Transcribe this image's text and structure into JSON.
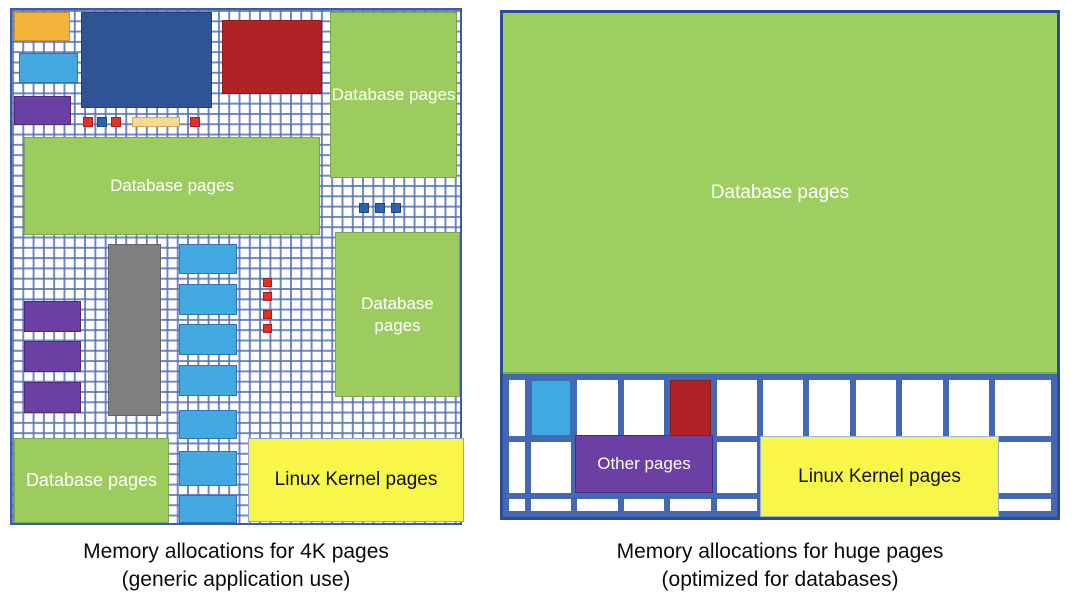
{
  "diagram_title": "",
  "left_panel": {
    "caption_line1": "Memory allocations for 4K pages",
    "caption_line2": "(generic application use)",
    "database_labels": [
      "Database pages",
      "Database pages",
      "Database pages",
      "Database pages"
    ],
    "kernel_label": "Linux Kernel pages",
    "unlabeled_blocks": [
      "orange-page-block",
      "large-dark-blue-page-block",
      "dark-red-page-block",
      "light-blue-page-block",
      "purple-page-block",
      "gray-page-column",
      "light-blue-page-column-7-blocks",
      "purple-page-column-3-blocks",
      "mini-red-pages",
      "mini-blue-pages",
      "tan-page-strip"
    ]
  },
  "right_panel": {
    "caption_line1": "Memory allocations for huge pages",
    "caption_line2": "(optimized for databases)",
    "database_label": "Database pages",
    "other_label": "Other pages",
    "kernel_label": "Linux Kernel pages",
    "unlabeled_blocks": [
      "light-blue-huge-page",
      "dark-red-huge-page"
    ]
  },
  "colors": {
    "grid_line_fine": "#5672b8",
    "grid_line_coarse": "#4568b4",
    "panel_border": "#2c4c94",
    "database_green": "#9bcc5d",
    "kernel_yellow": "#f9f64a",
    "other_purple": "#6c3fa4",
    "app_dark_blue": "#2f5496",
    "app_dark_red": "#b02225",
    "app_light_blue": "#42a9e1",
    "app_orange": "#f4b43b",
    "app_tan": "#f5d98c",
    "app_gray": "#7f7f7f",
    "mini_red": "#e33225",
    "mini_blue": "#2e62ae",
    "label_text_light": "#ffffff",
    "label_text_dark": "#0a0a0a"
  }
}
